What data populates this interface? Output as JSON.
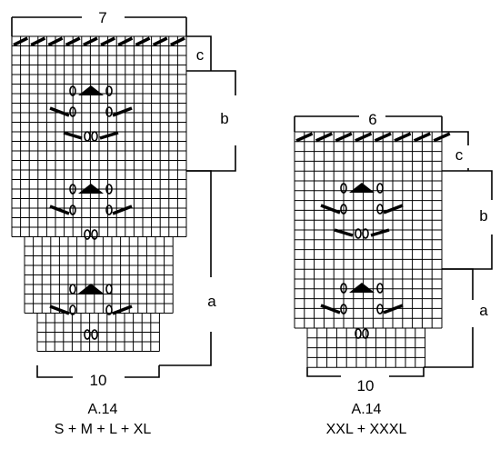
{
  "charts": [
    {
      "id": "left",
      "top_width_label": "7",
      "bottom_width_label": "10",
      "section_labels": {
        "c": "c",
        "b": "b",
        "a": "a"
      },
      "caption_title": "A.14",
      "caption_sizes": "S + M + L + XL"
    },
    {
      "id": "right",
      "top_width_label": "6",
      "bottom_width_label": "10",
      "section_labels": {
        "c": "c",
        "b": "b",
        "a": "a"
      },
      "caption_title": "A.14",
      "caption_sizes": "XXL + XXXL"
    }
  ],
  "colors": {
    "line": "#000000",
    "grid": "#000000",
    "background": "#ffffff"
  }
}
